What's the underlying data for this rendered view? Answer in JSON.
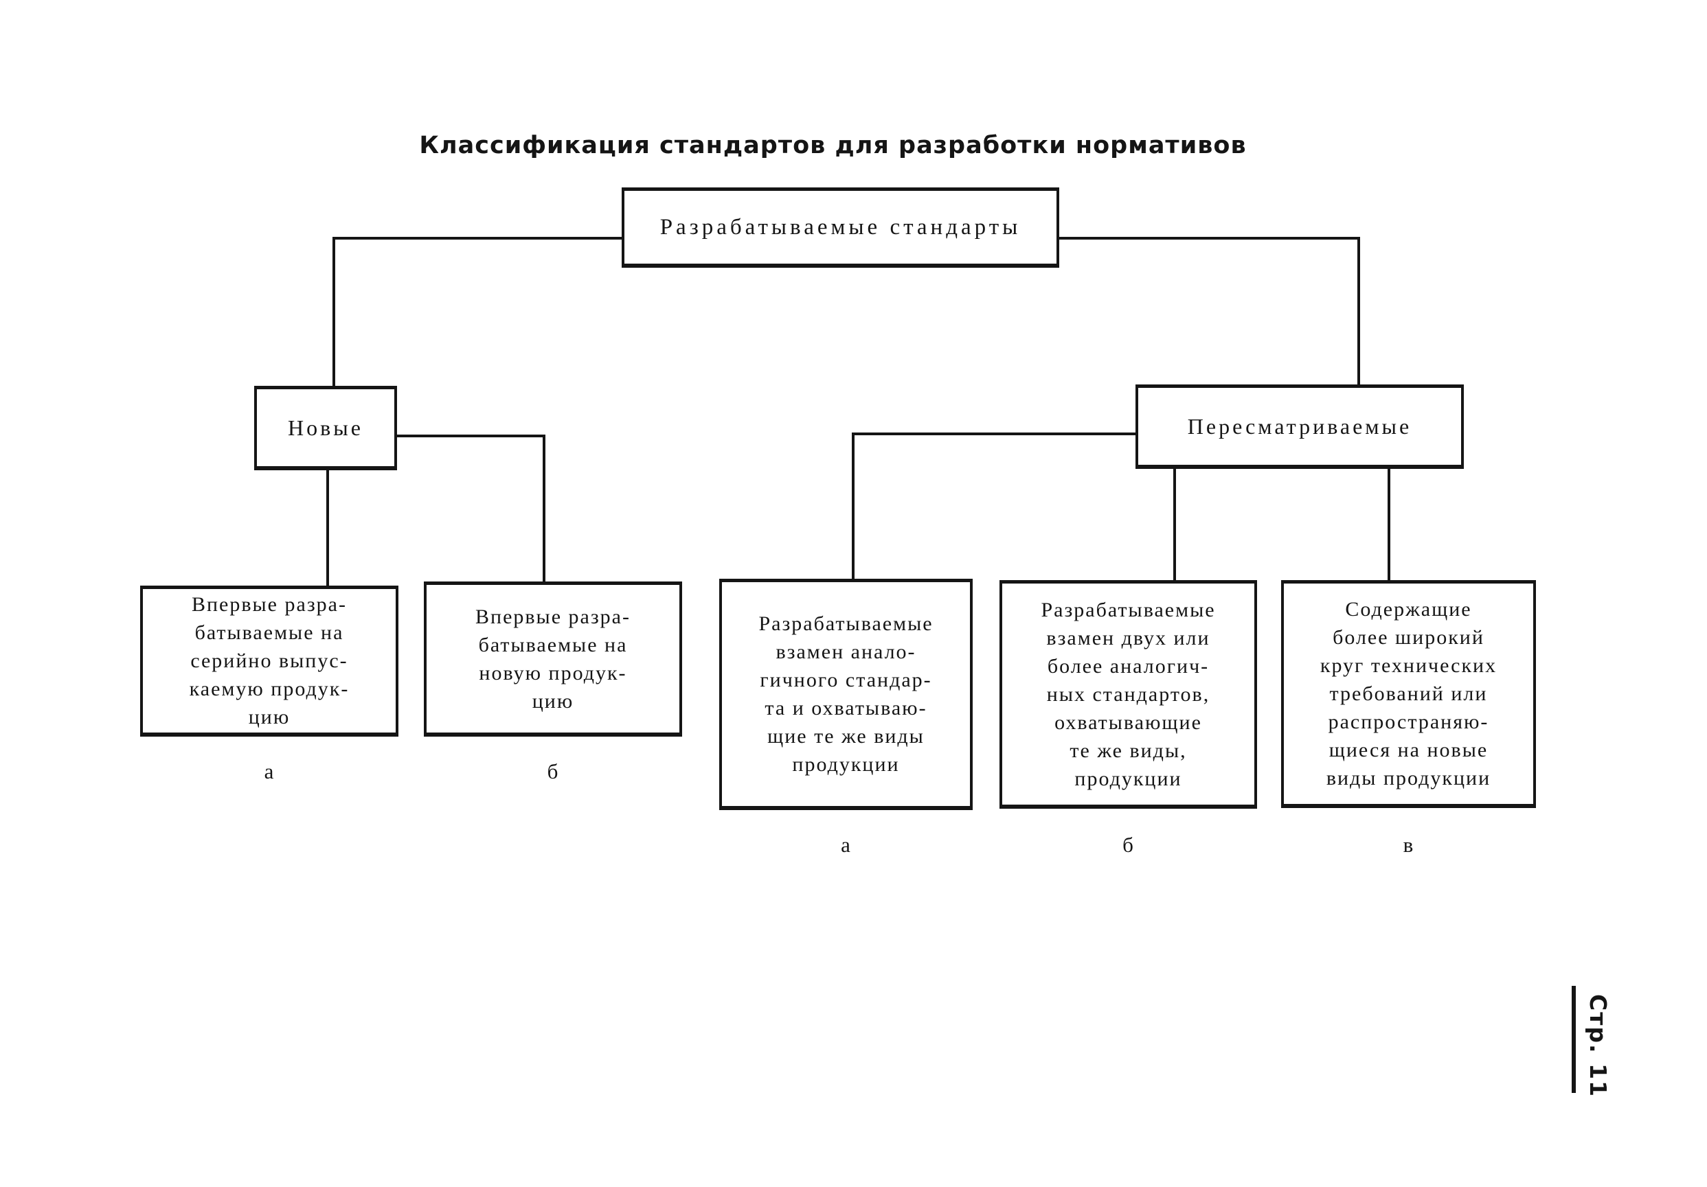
{
  "page": {
    "title": "Классификация стандартов для разработки нормативов",
    "page_marker": "Стр. 11"
  },
  "colors": {
    "ink": "#151515",
    "paper": "#ffffff"
  },
  "diagram": {
    "root": "Разрабатываемые стандарты",
    "left_branch": "Новые",
    "right_branch": "Пересматриваемые",
    "leaves": [
      {
        "letter": "а",
        "parent": "Новые",
        "text": "Впервые разра-\nбатываемые на\nсерийно выпус-\nкаемую продук-\nцию"
      },
      {
        "letter": "б",
        "parent": "Новые",
        "text": "Впервые разра-\nбатываемые на\nновую продук-\nцию"
      },
      {
        "letter": "а",
        "parent": "Пересматриваемые",
        "text": "Разрабатываемые\nвзамен анало-\nгичного стандар-\nта и охватываю-\nщие те же виды\nпродукции"
      },
      {
        "letter": "б",
        "parent": "Пересматриваемые",
        "text": "Разрабатываемые\nвзамен двух или\nболее аналогич-\nных стандартов,\nохватывающие\nте же виды,\nпродукции"
      },
      {
        "letter": "в",
        "parent": "Пересматриваемые",
        "text": "Содержащие\nболее широкий\nкруг технических\nтребований или\nраспространяю-\nщиеся на новые\nвиды продукции"
      }
    ]
  }
}
